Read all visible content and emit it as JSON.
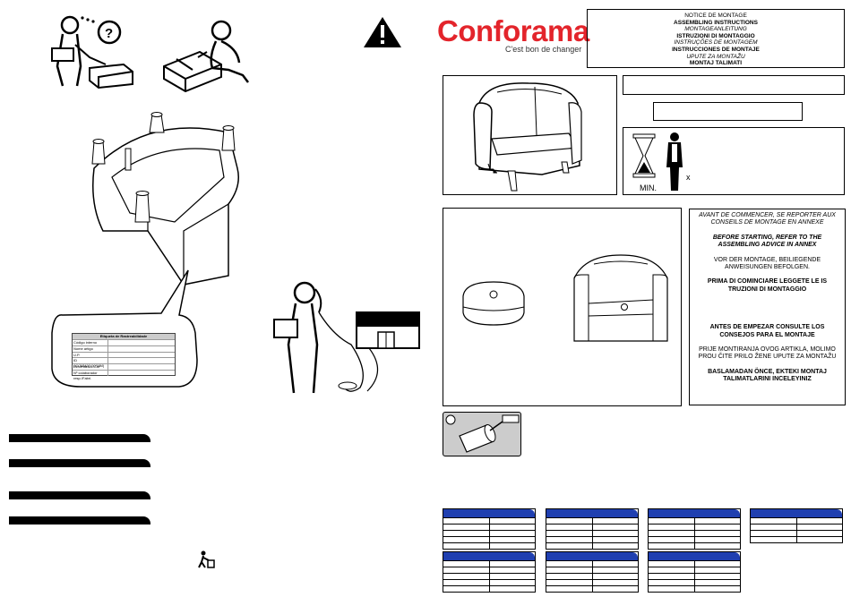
{
  "brand": {
    "name": "Conforama",
    "slogan": "C'est bon de changer",
    "color": "#e3242b"
  },
  "notice_lines": [
    {
      "text": "NOTICE DE MONTAGE",
      "style": "normal"
    },
    {
      "text": "ASSEMBLING INSTRUCTIONS",
      "style": "bold"
    },
    {
      "text": "MONTAGEANLEITUNG",
      "style": "italic"
    },
    {
      "text": "ISTRUZIONI DI MONTAGGIO",
      "style": "bold"
    },
    {
      "text": "INSTRUÇÕES DE MONTAGEM",
      "style": "italic"
    },
    {
      "text": "INSTRUCCIONES DE MONTAJE",
      "style": "bold"
    },
    {
      "text": "UPUTE ZA MONTAŽU",
      "style": "italic"
    },
    {
      "text": "MONTAJ TALIMATI",
      "style": "bold"
    }
  ],
  "label_sheet": {
    "title": "Etiqueta de Rastreabilidade",
    "rows": [
      "Código interno",
      "Nome artigo",
      "U.P.",
      "ID (YY/MM/YYYYMM)",
      "Revendedor/Cor",
      "Nº colaborador resp./Fabri."
    ]
  },
  "time_box": {
    "min_label": "MIN.",
    "persons_label": "x"
  },
  "advice": [
    {
      "text": "AVANT DE COMMENCER, SE REPORTER AUX CONSEILS DE MONTAGE  EN ANNEXE",
      "style": "italic"
    },
    {
      "text": "BEFORE STARTING, REFER TO THE ASSEMBLING ADVICE IN ANNEX",
      "style": "bolditalic"
    },
    {
      "text": "VOR DER MONTAGE, BEILIEGENDE ANWEISUNGEN BEFOLGEN.",
      "style": "normal"
    },
    {
      "text": "PRIMA DI COMINCIARE LEGGETE LE IS TRUZIONI DI MONTAGGIO",
      "style": "bold"
    },
    {
      "text": "ANTES DE EMPEZAR CONSULTE LOS CONSEJOS PARA EL MONTAJE",
      "style": "bold"
    },
    {
      "text": "PRIJE MONTIRANJA OVOG ARTIKLA, MOLIMO PROU ČITE PRILO ŽENE UPUTE ZA MONTAŽU",
      "style": "normal"
    },
    {
      "text": "BASLAMADAN ÖNCE, EKTEKI MONTAJ TALIMATLARINI INCELEYINIZ",
      "style": "bold"
    }
  ]
}
